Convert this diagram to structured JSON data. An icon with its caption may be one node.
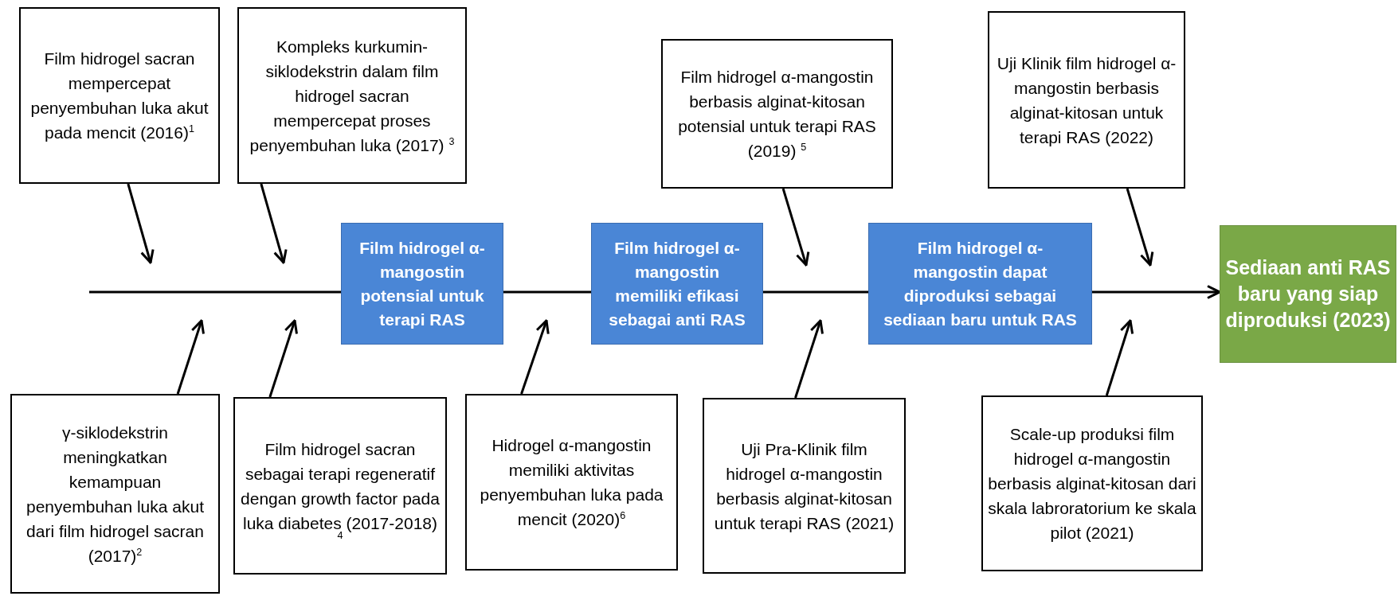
{
  "diagram": {
    "nodes": [
      {
        "text": [
          "Film hidrogel sacran mempercepat penyembuhan luka akut pada mencit (2016)$^{1}$"
        ]
      },
      {
        "text": [
          "Kompleks kurkumin-siklodekstrin dalam film hidrogel sacran mempercepat proses penyembuhan luka (2017) $^{3}$"
        ]
      },
      {
        "text": [
          "Film hidrogel α-mangostin berbasis alginat-kitosan potensial untuk terapi RAS (2019) $^{5}$"
        ]
      },
      {
        "text": [
          "Uji Klinik film hidrogel α-mangostin berbasis alginat-kitosan untuk terapi RAS (2022)"
        ]
      },
      {
        "text": [
          "Film hidrogel α-mangostin potensial untuk terapi RAS"
        ]
      },
      {
        "text": [
          "Film hidrogel α-mangostin memiliki efikasi sebagai anti RAS"
        ]
      },
      {
        "text": [
          "Film hidrogel α-mangostin dapat diproduksi sebagai sediaan baru untuk RAS"
        ]
      },
      {
        "text": [
          "Sediaan anti RAS baru yang siap diproduksi (2023)"
        ]
      },
      {
        "text": [
          "γ-siklodekstrin meningkatkan kemampuan penyembuhan luka akut dari film hidrogel sacran (2017)$^{2}$"
        ]
      },
      {
        "text": [
          "Film hidrogel sacran sebagai terapi regeneratif dengan growth factor pada luka diabetes (2017-2018) $^{4}$"
        ]
      },
      {
        "text": [
          "Hidrogel α-mangostin memiliki aktivitas penyembuhan luka pada mencit (2020)$^{6}$"
        ]
      },
      {
        "text": [
          "Uji Pra-Klinik film hidrogel α-mangostin berbasis alginat-kitosan untuk terapi RAS (2021)"
        ]
      },
      {
        "text": [
          "Scale-up produksi film hidrogel α-mangostin berbasis alginat-kitosan dari skala labroratorium ke skala pilot (2021)"
        ]
      }
    ],
    "edges": [
      {
        "from": null,
        "to": 4,
        "arrow": "none"
      },
      {
        "from": 4,
        "to": 5,
        "arrow": "none"
      },
      {
        "from": 5,
        "to": 6,
        "arrow": "none"
      },
      {
        "from": 6,
        "to": 7,
        "arrow": "to"
      },
      {
        "from": 0,
        "to": null,
        "arrow": "to"
      },
      {
        "from": 1,
        "to": null,
        "arrow": "to"
      },
      {
        "from": 2,
        "to": null,
        "arrow": "to"
      },
      {
        "from": 3,
        "to": null,
        "arrow": "to"
      },
      {
        "from": 8,
        "to": null,
        "arrow": "to"
      },
      {
        "from": 9,
        "to": null,
        "arrow": "to"
      },
      {
        "from": 10,
        "to": null,
        "arrow": "to"
      },
      {
        "from": 11,
        "to": null,
        "arrow": "to"
      },
      {
        "from": 12,
        "to": null,
        "arrow": "to"
      }
    ]
  }
}
